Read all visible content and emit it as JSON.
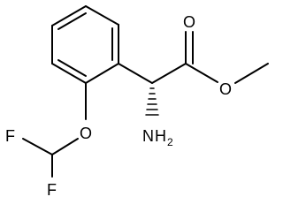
{
  "molecule": {
    "atoms": {
      "carbonyl_oxygen": "O",
      "ester_oxygen": "O",
      "ether_oxygen": "O",
      "amine_nitrogen": "N",
      "amine_hydrogen": "H",
      "amine_h_count": "2",
      "fluorine_top": "F",
      "fluorine_bottom": "F"
    },
    "stereo": {
      "alpha_carbon": "hashed-wedge"
    }
  }
}
